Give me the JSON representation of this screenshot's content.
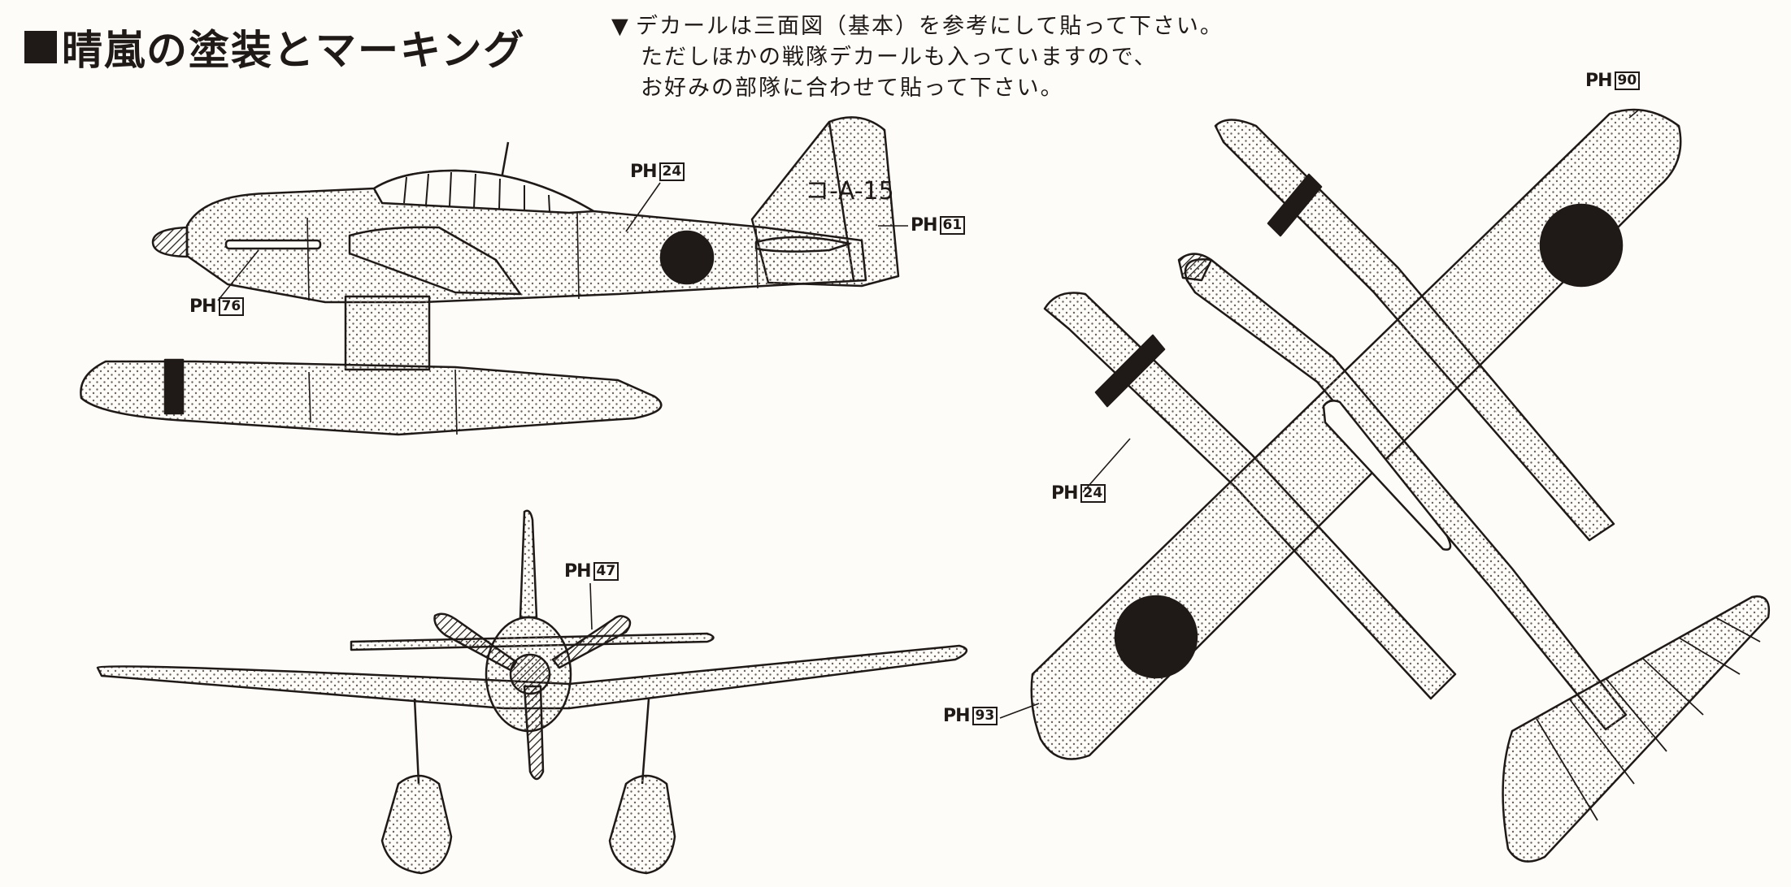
{
  "title": "晴嵐の塗装とマーキング",
  "notes": {
    "marker": "▼",
    "line1": "デカールは三面図（基本）を参考にして貼って下さい。",
    "line2": "ただしほかの戦隊デカールも入っていますので、",
    "line3": "お好みの部隊に合わせて貼って下さい。"
  },
  "tail_code": "コ-A-15",
  "paint_codes": {
    "ph_text": "PH",
    "side_fuselage": "24",
    "side_tail": "61",
    "side_nose": "76",
    "front": "47",
    "top_nose": "90",
    "top_float": "24",
    "top_wing": "93"
  },
  "colors": {
    "ink": "#1f1a17",
    "paper": "#fdfcf8",
    "dots": "#6b625c"
  }
}
